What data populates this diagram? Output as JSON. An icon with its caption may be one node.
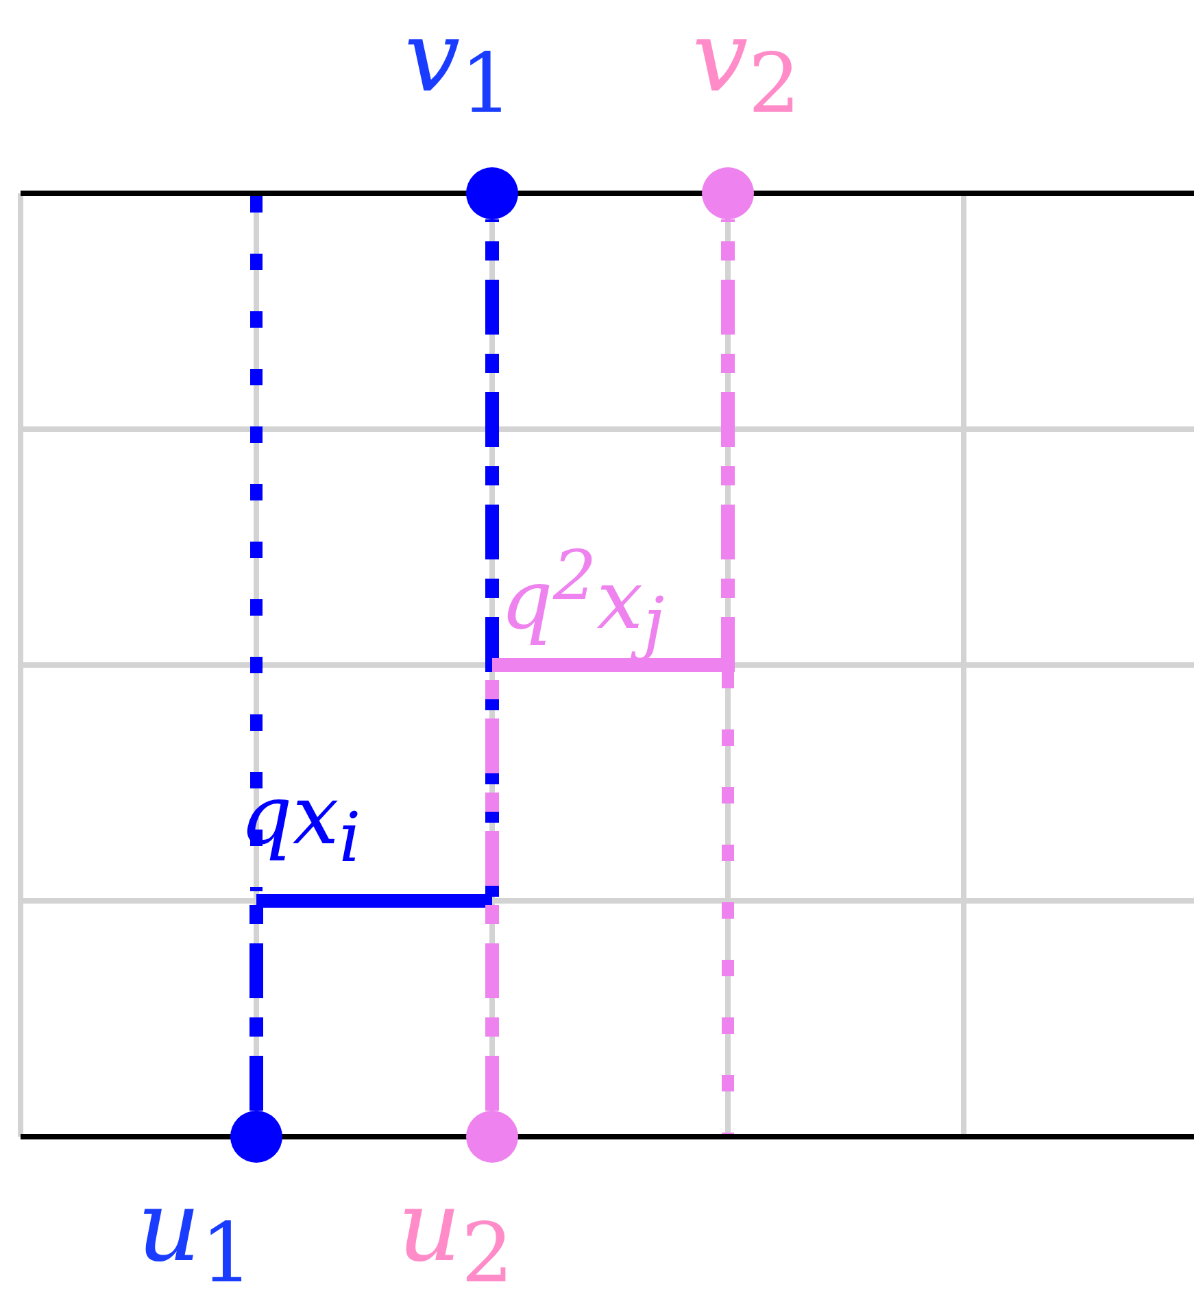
{
  "diagram": {
    "nodes": [
      {
        "text": [
          "*v*$_{1}$"
        ]
      },
      {
        "text": [
          "*v*$_{2}$"
        ]
      },
      {
        "text": [
          "*u*$_{1}$"
        ]
      },
      {
        "text": [
          "*u*$_{2}$"
        ]
      }
    ],
    "edges": [
      {
        "from": 2,
        "to": 0,
        "arrow": "none",
        "label": "qx$_{i}$",
        "style": "dashed",
        "color": "#0000ff"
      },
      {
        "from": 3,
        "to": 1,
        "arrow": "none",
        "label": "*q*$^{2}$*x*$_{j}$",
        "style": "dashed",
        "color": "#ee82ee"
      }
    ]
  }
}
